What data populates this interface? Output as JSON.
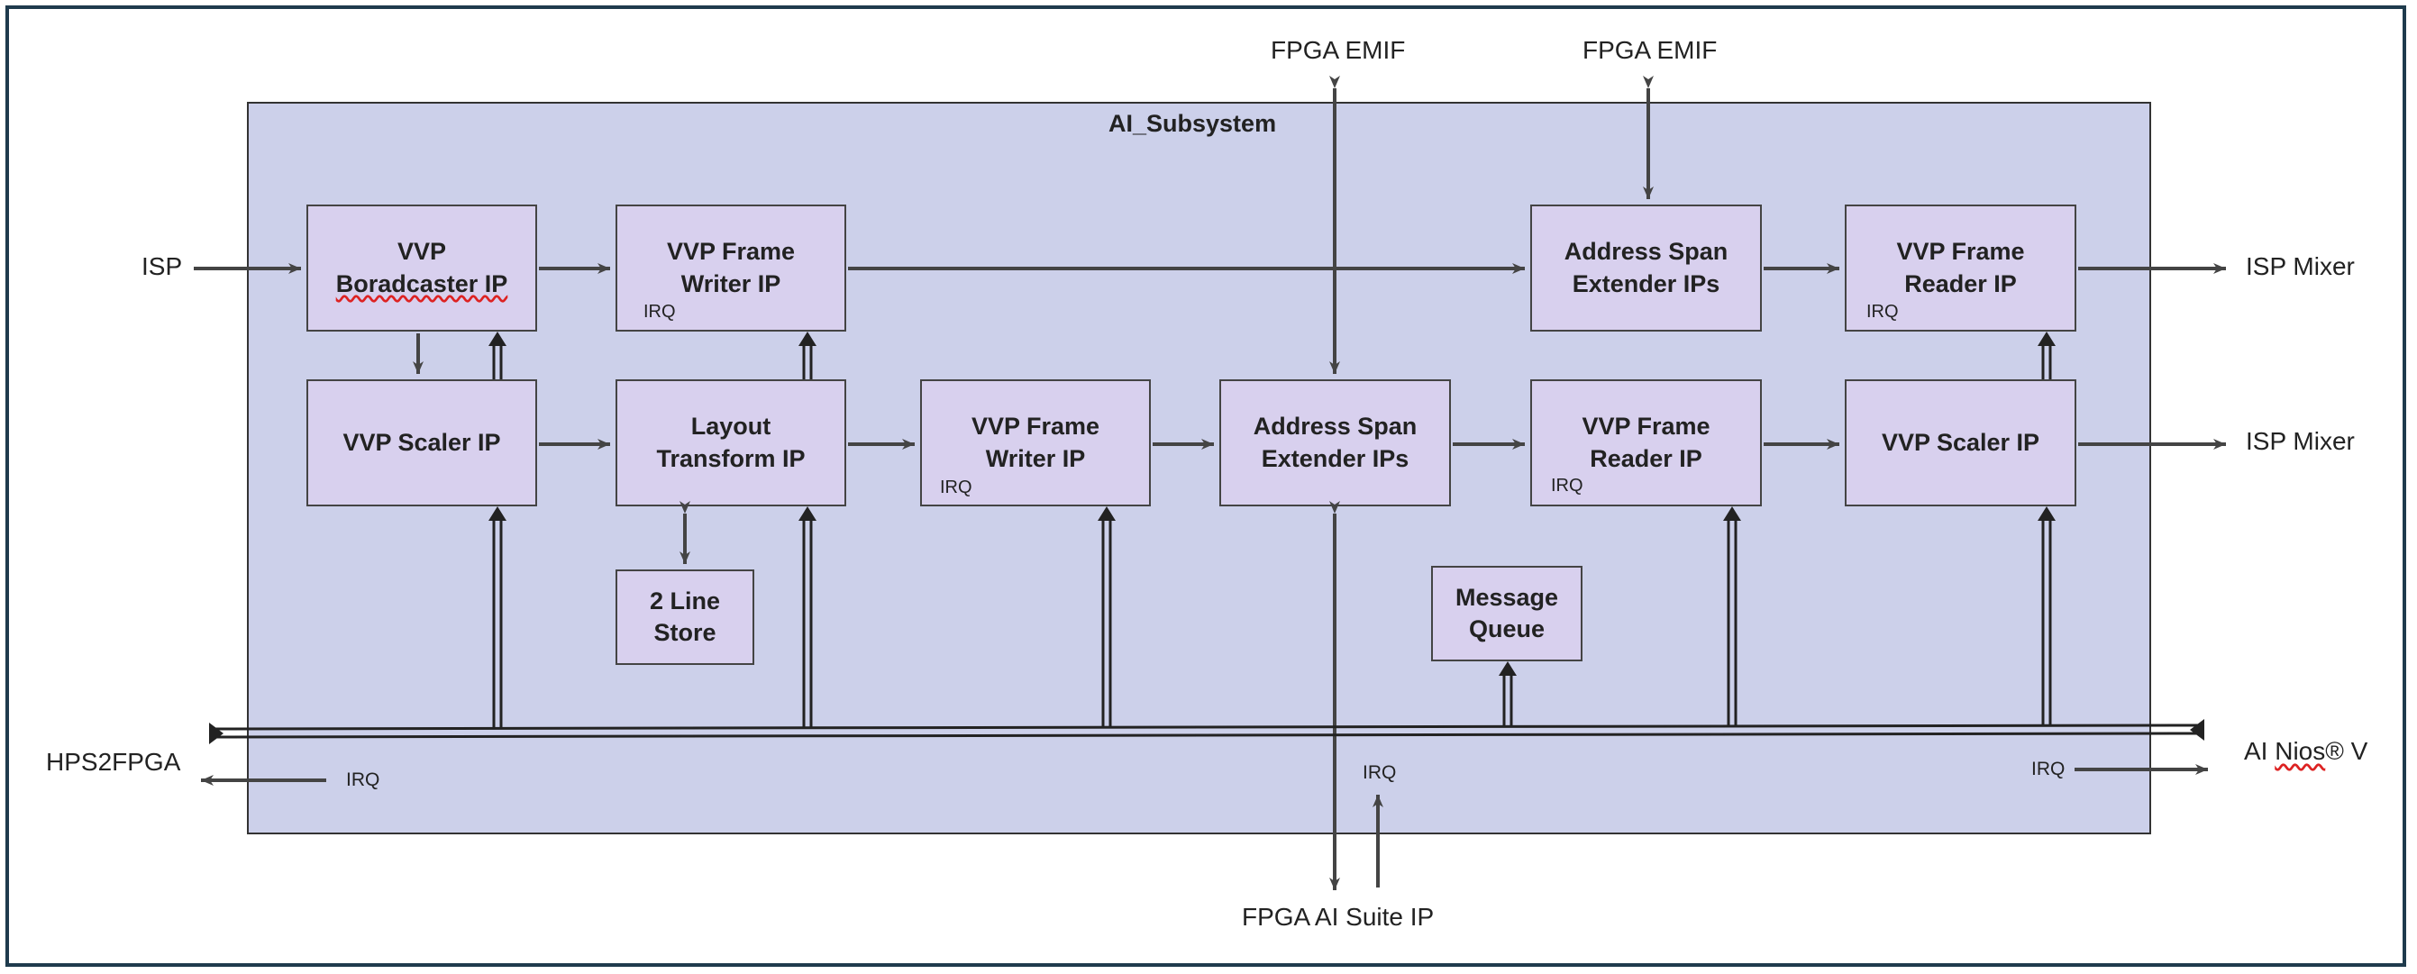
{
  "diagram": {
    "title": "AI_Subsystem",
    "blocks": {
      "broadcaster": {
        "line1": "VVP",
        "line2": "Boradcaster IP"
      },
      "frame_writer_top": {
        "line1": "VVP Frame",
        "line2": "Writer IP",
        "irq": "IRQ"
      },
      "addr_span_top": {
        "line1": "Address Span",
        "line2": "Extender IPs"
      },
      "frame_reader_top": {
        "line1": "VVP Frame",
        "line2": "Reader IP",
        "irq": "IRQ"
      },
      "scaler_left": {
        "label": "VVP Scaler IP"
      },
      "layout_transform": {
        "line1": "Layout",
        "line2": "Transform IP"
      },
      "frame_writer_mid": {
        "line1": "VVP Frame",
        "line2": "Writer IP",
        "irq": "IRQ"
      },
      "addr_span_mid": {
        "line1": "Address Span",
        "line2": "Extender IPs"
      },
      "frame_reader_mid": {
        "line1": "VVP Frame",
        "line2": "Reader IP",
        "irq": "IRQ"
      },
      "scaler_right": {
        "label": "VVP Scaler IP"
      },
      "line_store": {
        "line1": "2 Line",
        "line2": "Store"
      },
      "message_queue": {
        "line1": "Message",
        "line2": "Queue"
      }
    },
    "external": {
      "isp": "ISP",
      "fpga_emif_1": "FPGA EMIF",
      "fpga_emif_2": "FPGA EMIF",
      "isp_mixer_1": "ISP Mixer",
      "isp_mixer_2": "ISP Mixer",
      "hps2fpga": "HPS2FPGA",
      "ai_nios_prefix": "AI ",
      "ai_nios_word": "Nios",
      "ai_nios_suffix": "® V",
      "fpga_ai_suite": "FPGA AI Suite IP",
      "irq_left": "IRQ",
      "irq_bottom": "IRQ",
      "irq_right": "IRQ"
    },
    "colors": {
      "subsystem_fill": "#ccd0ea",
      "block_fill": "#d8d0ee",
      "arrow": "#444444",
      "frame_border": "#1f3b4d"
    }
  }
}
